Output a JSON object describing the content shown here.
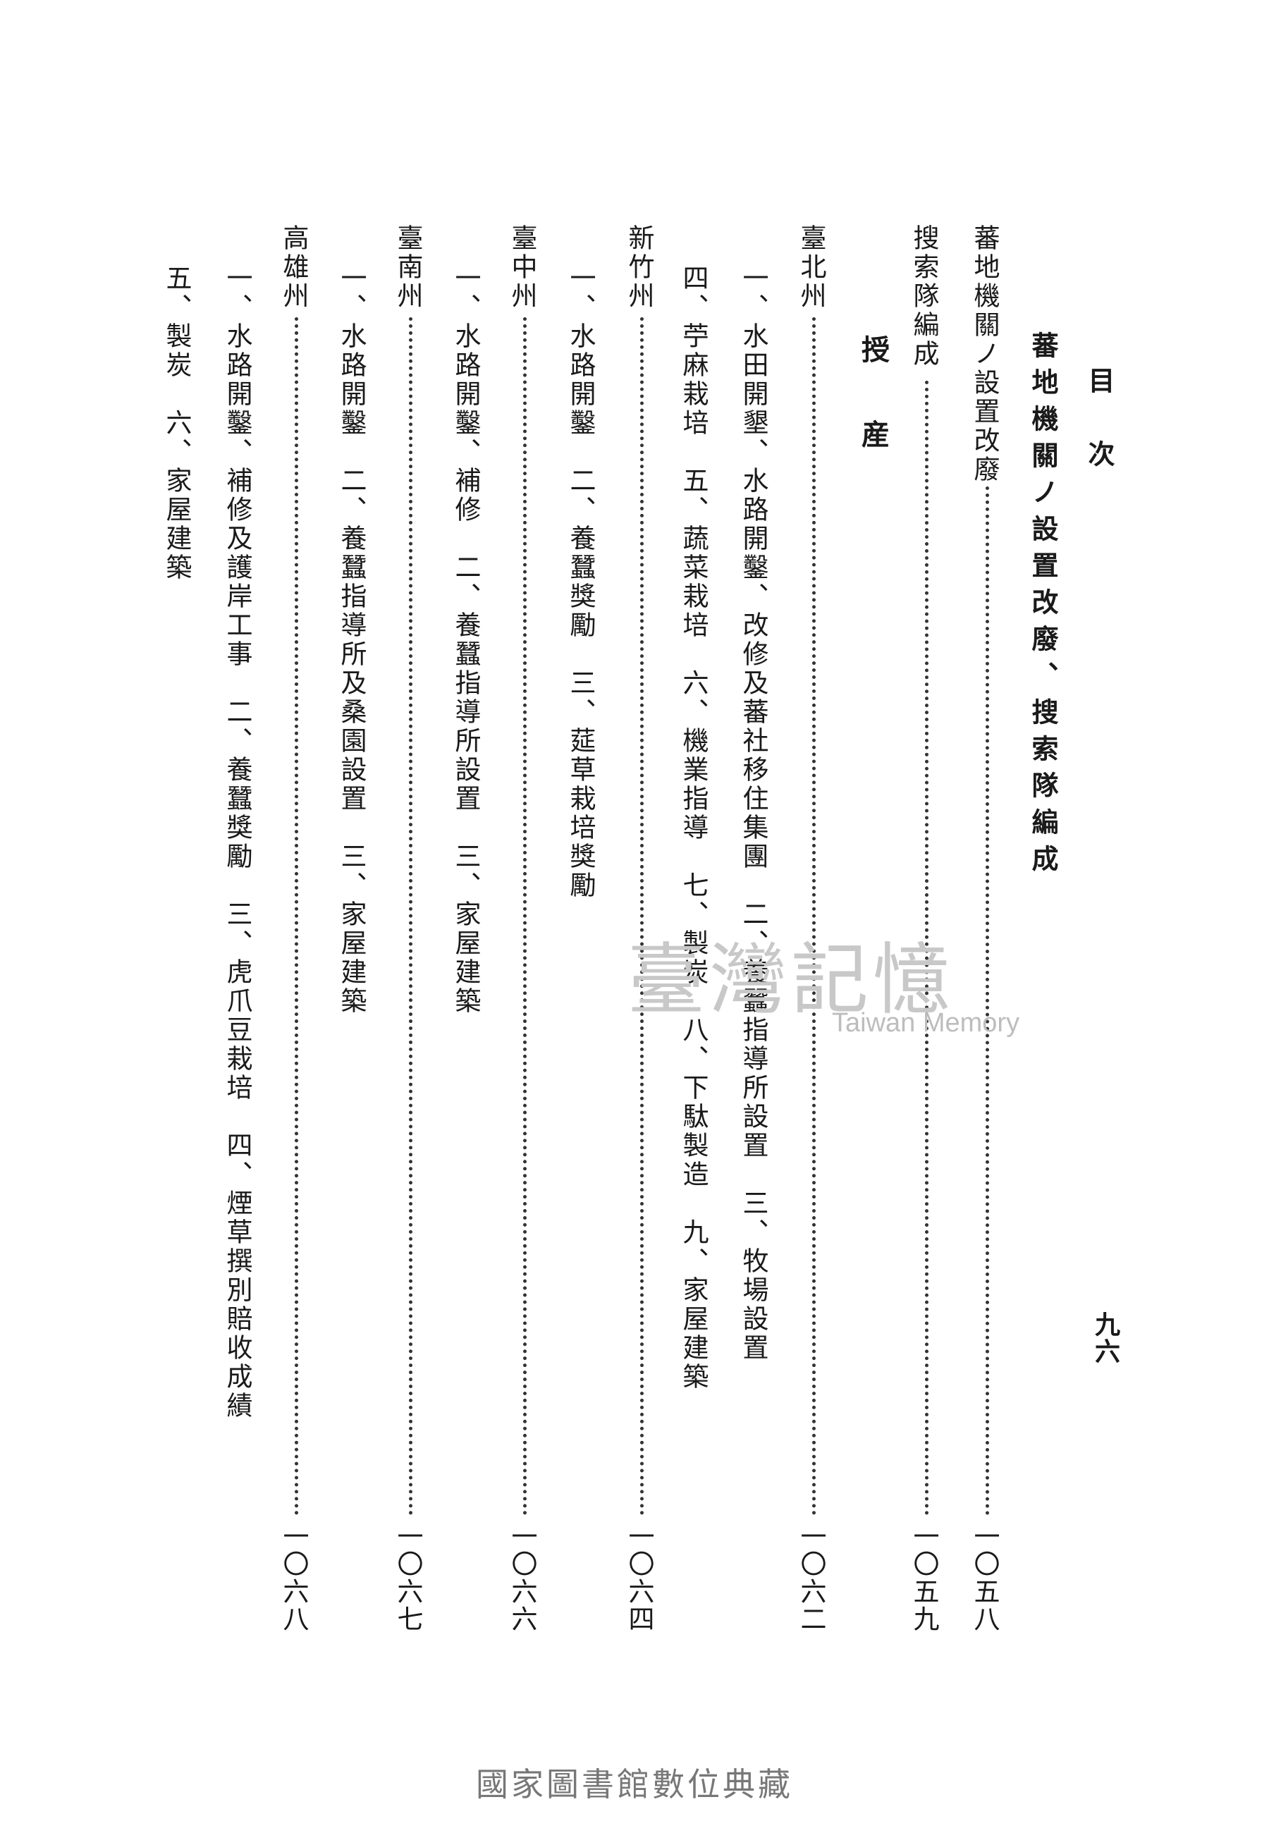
{
  "header": {
    "label": "目　次",
    "page_number": "九六"
  },
  "chapter_title": "蕃地機關ノ設置改廢、搜索隊編成",
  "entries": [
    {
      "title": "蕃地機關ノ設置改廢",
      "page": "一〇五八"
    },
    {
      "title": "搜索隊編成",
      "page": "一〇五九"
    }
  ],
  "section_heading": "授　　産",
  "prefectures": [
    {
      "name": "臺北州",
      "page": "一〇六二",
      "lines": [
        "一、水田開墾、水路開鑿、改修及蕃社移住集團　二、養蠶指導所設置　三、牧場設置",
        "四、苧麻栽培　五、蔬菜栽培　六、機業指導　七、製炭　八、下駄製造　九、家屋建築"
      ]
    },
    {
      "name": "新竹州",
      "page": "一〇六四",
      "lines": [
        "一、水路開鑿　二、養蠶獎勵　三、莚草栽培獎勵"
      ]
    },
    {
      "name": "臺中州",
      "page": "一〇六六",
      "lines": [
        "一、水路開鑿、補修　二、養蠶指導所設置　三、家屋建築"
      ]
    },
    {
      "name": "臺南州",
      "page": "一〇六七",
      "lines": [
        "一、水路開鑿　二、養蠶指導所及桑園設置　三、家屋建築"
      ]
    },
    {
      "name": "高雄州",
      "page": "一〇六八",
      "lines": [
        "一、水路開鑿、補修及護岸工事　二、養蠶獎勵　三、虎爪豆栽培　四、煙草撰別賠收成績",
        "五、製炭　六、家屋建築"
      ]
    }
  ],
  "watermark": {
    "text": "臺灣記憶",
    "subtitle": "Taiwan Memory"
  },
  "footer": "國家圖書館數位典藏"
}
